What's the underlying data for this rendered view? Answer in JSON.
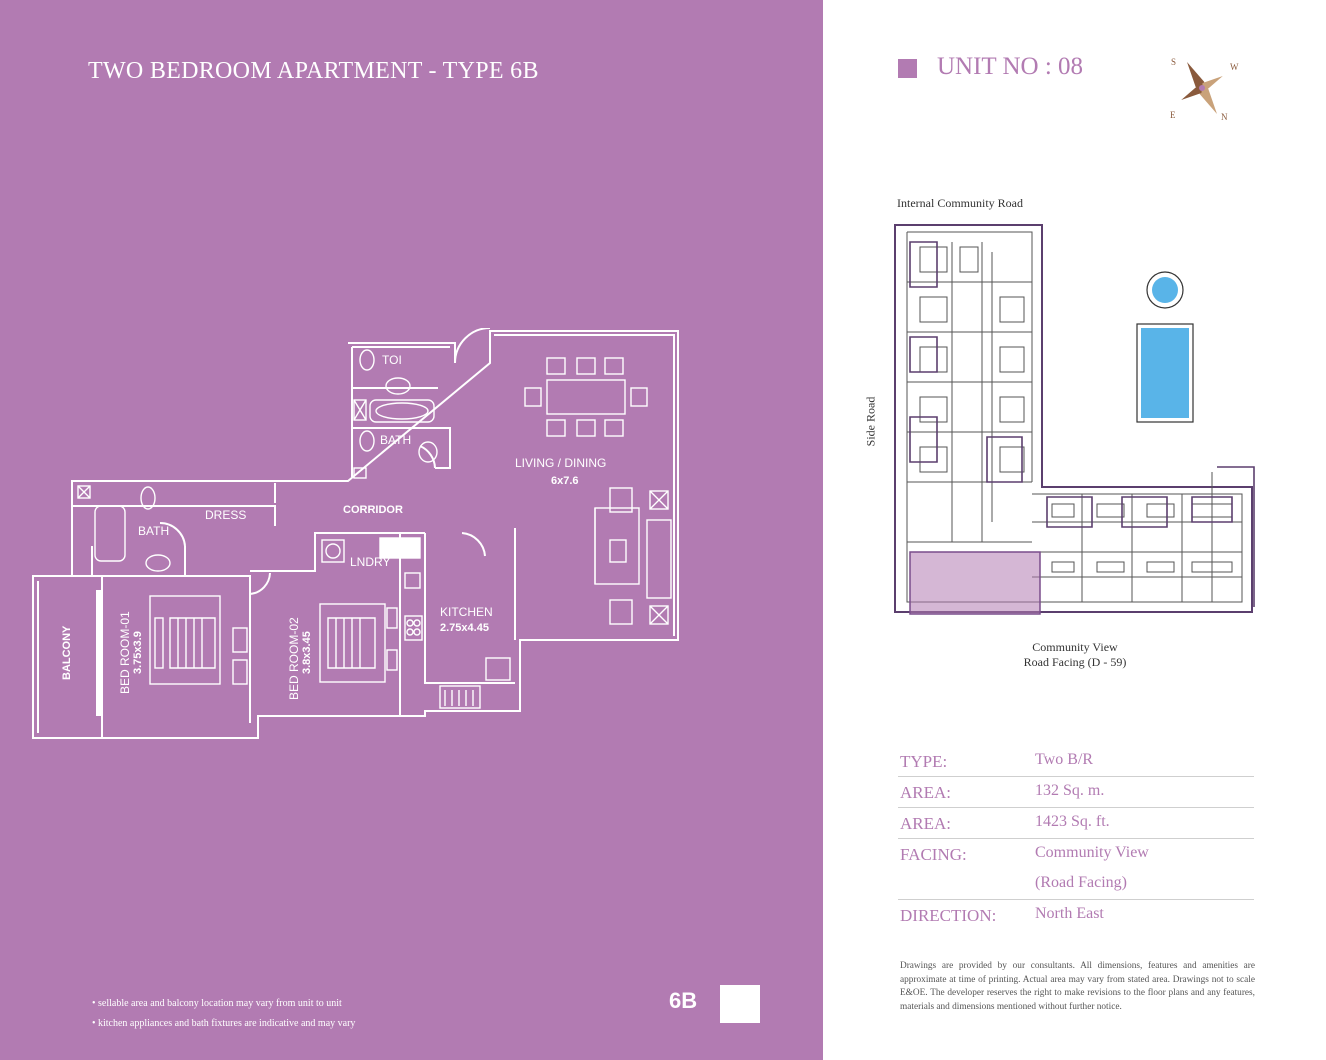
{
  "brochure": {
    "title": "TWO BEDROOM APARTMENT  - TYPE 6B",
    "type_code": "6B",
    "notes": [
      "• sellable area and balcony location may vary from unit to unit",
      "• kitchen appliances and bath fixtures are indicative and may vary"
    ]
  },
  "floor_plan": {
    "rooms": {
      "toi": "TOI",
      "bath_top": "BATH",
      "bath_left": "BATH",
      "dress": "DRESS",
      "corridor": "CORRIDOR",
      "living_name": "LIVING / DINING",
      "living_size": "6x7.6",
      "laundry": "LNDRY",
      "kitchen_name": "KITCHEN",
      "kitchen_size": "2.75x4.45",
      "balcony": "BALCONY",
      "bed1_name": "BED ROOM-01",
      "bed1_size": "3.75x3.9",
      "bed2_name": "BED ROOM-02",
      "bed2_size": "3.8x3.45"
    }
  },
  "unit": {
    "label": "UNIT NO : 08",
    "accent_color": "#b27bb2"
  },
  "compass": {
    "letters": [
      "S",
      "W",
      "E",
      "N"
    ]
  },
  "site": {
    "road_top": "Internal Community Road",
    "road_side": "Side Road",
    "road_bottom_line1": "Community View",
    "road_bottom_line2": "Road Facing (D - 59)"
  },
  "specs": [
    {
      "key": "TYPE:",
      "value": "Two B/R"
    },
    {
      "key": "AREA:",
      "value": "132 Sq. m."
    },
    {
      "key": "AREA:",
      "value": "1423 Sq. ft."
    },
    {
      "key": "FACING:",
      "value": "Community View"
    },
    {
      "key": "",
      "value": "(Road Facing)"
    },
    {
      "key": "DIRECTION:",
      "value": "North East"
    }
  ],
  "disclaimer": "Drawings are provided by our consultants. All dimensions, features and amenities are approximate at time of printing. Actual area may vary from stated area. Drawings not to scale E&OE. The developer reserves the right to make revisions to the floor plans and any features, materials and dimensions mentioned without further notice."
}
